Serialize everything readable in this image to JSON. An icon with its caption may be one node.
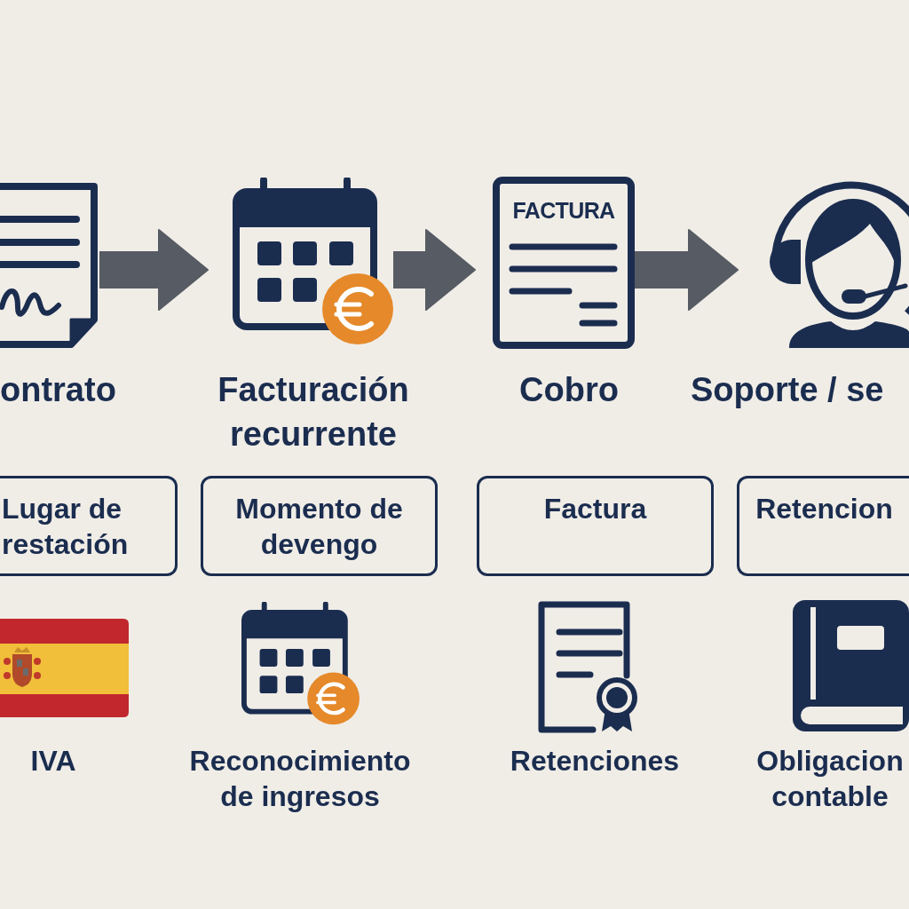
{
  "diagram": {
    "nodes": [
      {
        "text": [],
        "shape": "picture",
        "beside": [
          "ontrato"
        ]
      },
      {
        "text": [],
        "shape": "picture",
        "beside": [
          "Facturación recurrente"
        ]
      },
      {
        "text": [
          "FACTURA"
        ],
        "beside": [
          "Cobro"
        ]
      },
      {
        "text": [],
        "shape": "picture",
        "beside": [
          "Soporte / se"
        ]
      },
      {
        "text": [
          "Lugar de restación"
        ]
      },
      {
        "text": [
          "Momento de devengo"
        ]
      },
      {
        "text": [
          "Factura"
        ]
      },
      {
        "text": [
          "Retencion"
        ]
      }
    ],
    "edges": [
      {
        "from": 0,
        "to": 1,
        "arrow": "to"
      },
      {
        "from": 1,
        "to": 2,
        "arrow": "to"
      },
      {
        "from": 2,
        "to": 3,
        "arrow": "to"
      }
    ],
    "labels": [
      "IVA",
      "Reconocimiento de ingresos",
      "Retenciones",
      "Obligacion contable"
    ]
  }
}
